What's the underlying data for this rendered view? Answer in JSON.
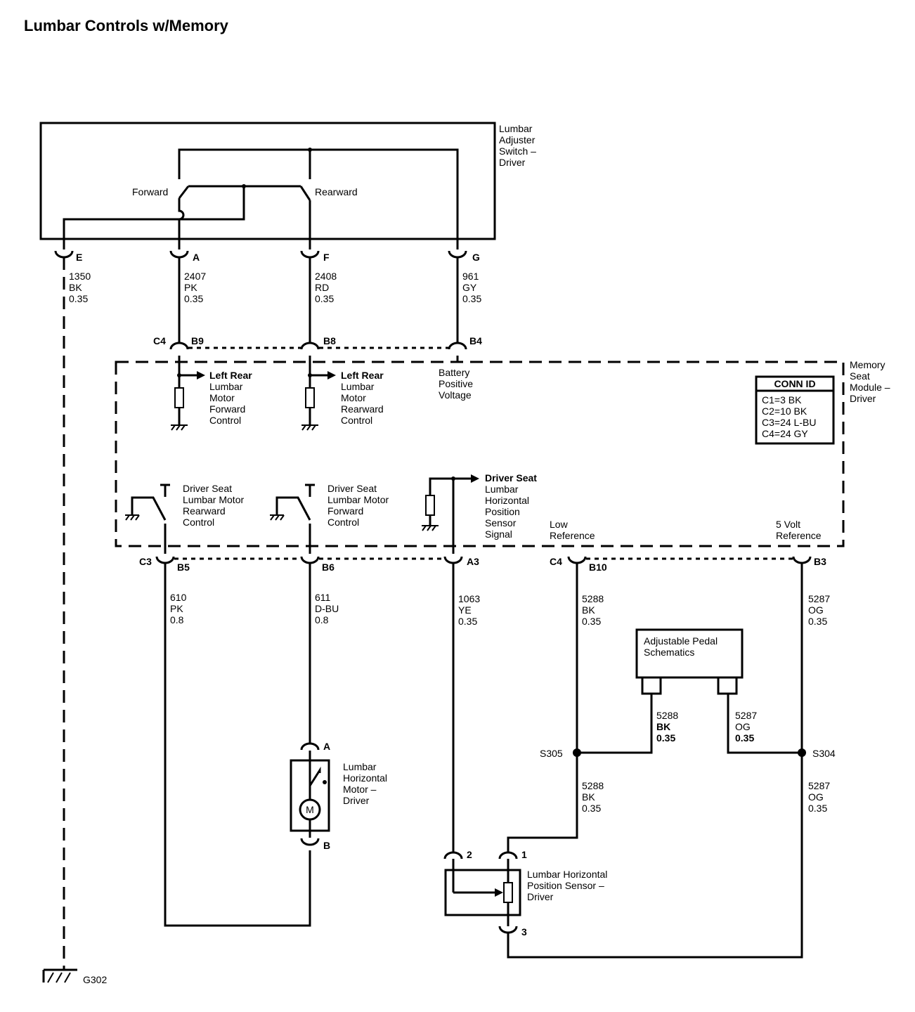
{
  "title": "Lumbar Controls w/Memory",
  "switch": {
    "name": [
      "Lumbar",
      "Adjuster",
      "Switch –",
      "Driver"
    ],
    "forward": "Forward",
    "rearward": "Rearward"
  },
  "top_pins": [
    {
      "pin": "E",
      "circuit": [
        "1350",
        "BK",
        "0.35"
      ]
    },
    {
      "pin": "A",
      "circuit": [
        "2407",
        "PK",
        "0.35"
      ]
    },
    {
      "pin": "F",
      "circuit": [
        "2408",
        "RD",
        "0.35"
      ]
    },
    {
      "pin": "G",
      "circuit": [
        "961",
        "GY",
        "0.35"
      ]
    }
  ],
  "module": {
    "name": [
      "Memory",
      "Seat",
      "Module –",
      "Driver"
    ],
    "c4_top": {
      "conn": "C4",
      "pins": [
        "B9",
        "B8",
        "B4"
      ]
    },
    "internal": {
      "fwd_ctrl": [
        "Left Rear",
        "Lumbar",
        "Motor",
        "Forward",
        "Control"
      ],
      "rwd_ctrl": [
        "Left Rear",
        "Lumbar",
        "Motor",
        "Rearward",
        "Control"
      ],
      "batt": [
        "Battery",
        "Positive",
        "Voltage"
      ],
      "sw_rwd": [
        "Driver Seat",
        "Lumbar Motor",
        "Rearward",
        "Control"
      ],
      "sw_fwd": [
        "Driver Seat",
        "Lumbar Motor",
        "Forward",
        "Control"
      ],
      "sensor_sig": [
        "Driver Seat",
        "Lumbar",
        "Horizontal",
        "Position",
        "Sensor",
        "Signal"
      ],
      "low_ref": [
        "Low",
        "Reference"
      ],
      "five_volt": [
        "5 Volt",
        "Reference"
      ]
    },
    "c3_bottom": {
      "conn": "C3",
      "pins": [
        "B5",
        "B6",
        "A3"
      ]
    },
    "c4_bottom": {
      "conn": "C4",
      "pins": [
        "B10",
        "B3"
      ]
    }
  },
  "conn_id": {
    "header": "CONN ID",
    "rows": [
      "C1=3 BK",
      "C2=10 BK",
      "C3=24 L-BU",
      "C4=24 GY"
    ]
  },
  "bottom_circuits": {
    "b5": [
      "610",
      "PK",
      "0.8"
    ],
    "b6": [
      "611",
      "D-BU",
      "0.8"
    ],
    "a3": [
      "1063",
      "YE",
      "0.35"
    ],
    "b10": [
      "5288",
      "BK",
      "0.35"
    ],
    "b3": [
      "5287",
      "OG",
      "0.35"
    ]
  },
  "pedal": {
    "name": [
      "Adjustable Pedal",
      "Schematics"
    ],
    "left_circuit": [
      "5288",
      "BK",
      "0.35"
    ],
    "right_circuit": [
      "5287",
      "OG",
      "0.35"
    ]
  },
  "splices": {
    "left": "S305",
    "right": "S304"
  },
  "lower_circuits": {
    "left": [
      "5288",
      "BK",
      "0.35"
    ],
    "right": [
      "5287",
      "OG",
      "0.35"
    ]
  },
  "motor": {
    "name": [
      "Lumbar",
      "Horizontal",
      "Motor –",
      "Driver"
    ],
    "pin_a": "A",
    "pin_b": "B",
    "symbol": "M"
  },
  "sensor": {
    "name": [
      "Lumbar Horizontal",
      "Position Sensor –",
      "Driver"
    ],
    "pins": [
      "2",
      "1",
      "3"
    ]
  },
  "ground": {
    "label": "G302"
  }
}
